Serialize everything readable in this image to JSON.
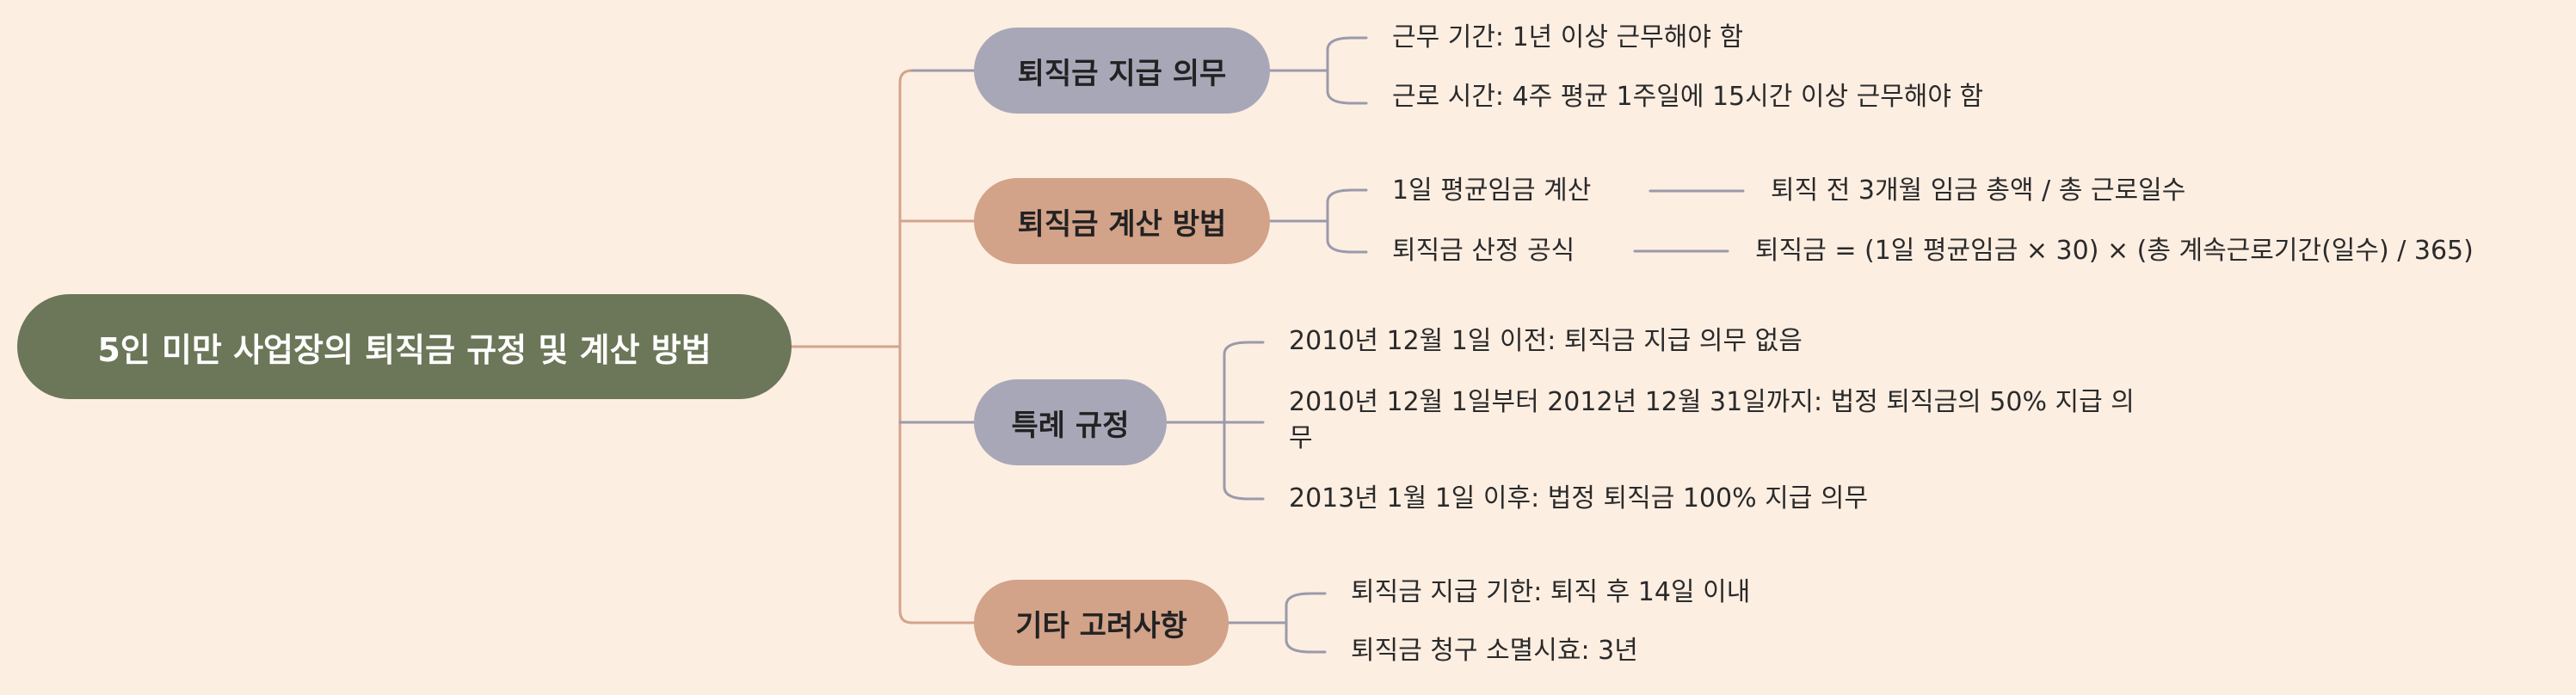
{
  "root": {
    "title": "5인 미만 사업장의 퇴직금 규정 및 계산 방법"
  },
  "branches": [
    {
      "label": "퇴직금 지급 의무",
      "items": [
        "근무 기간: 1년 이상 근무해야 함",
        "근로 시간: 4주 평균 1주일에 15시간 이상 근무해야 함"
      ]
    },
    {
      "label": "퇴직금 계산 방법",
      "items": [
        {
          "label": "1일 평균임금 계산",
          "detail": "퇴직 전 3개월 임금 총액 / 총 근로일수"
        },
        {
          "label": "퇴직금 산정 공식",
          "detail": "퇴직금 = (1일 평균임금 × 30) × (총 계속근로기간(일수) / 365)"
        }
      ]
    },
    {
      "label": "특례 규정",
      "items": [
        "2010년 12월 1일 이전: 퇴직금 지급 의무 없음",
        "2010년 12월 1일부터 2012년 12월 31일까지: 법정 퇴직금의 50% 지급 의무",
        "2013년 1월 1일 이후: 법정 퇴직금 100% 지급 의무"
      ]
    },
    {
      "label": "기타 고려사항",
      "items": [
        "퇴직금 지급 기한: 퇴직 후 14일 이내",
        "퇴직금 청구 소멸시효: 3년"
      ]
    }
  ],
  "colors": {
    "background": "#fdeee2",
    "root_fill": "#6c7658",
    "gray_fill": "#a8a7b8",
    "tan_fill": "#d2a289",
    "root_connector": "#d4a48c",
    "gray_connector": "#9a9aaa"
  }
}
